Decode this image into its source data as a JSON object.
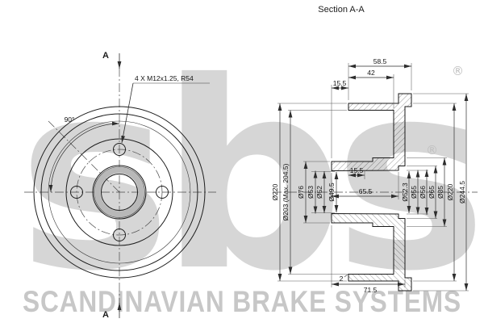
{
  "title": "Section A-A",
  "watermark": {
    "logo": "sbs",
    "registered_top": "®",
    "registered_mid": "®",
    "brand": "SCANDINAVIAN BRAKE SYSTEMS"
  },
  "front_view": {
    "bolt_annotation": "4 X M12x1.25, R54",
    "angle": "90°",
    "section_marker_top": "A",
    "section_marker_bottom": "A"
  },
  "section_view": {
    "dim_58_5": "58.5",
    "dim_42": "42",
    "dim_15_5_top": "15.5",
    "dia_220_left": "Ø220",
    "dia_203": "Ø203 (Max. 204.5)",
    "dia_76": "Ø76",
    "dia_53": "Ø53",
    "dia_52": "Ø52",
    "dia_49_5": "Ø49.5",
    "dim_15_5_mid": "15.5",
    "dim_65_5": "65.5",
    "dia_52_3": "Ø52.3",
    "dia_55": "Ø55",
    "dia_56": "Ø56",
    "dia_65": "Ø65",
    "dia_85": "Ø85",
    "dia_220_right": "Ø220",
    "dia_244_5": "Ø244.5",
    "dim_2": "2",
    "dim_71_5": "71.5"
  }
}
